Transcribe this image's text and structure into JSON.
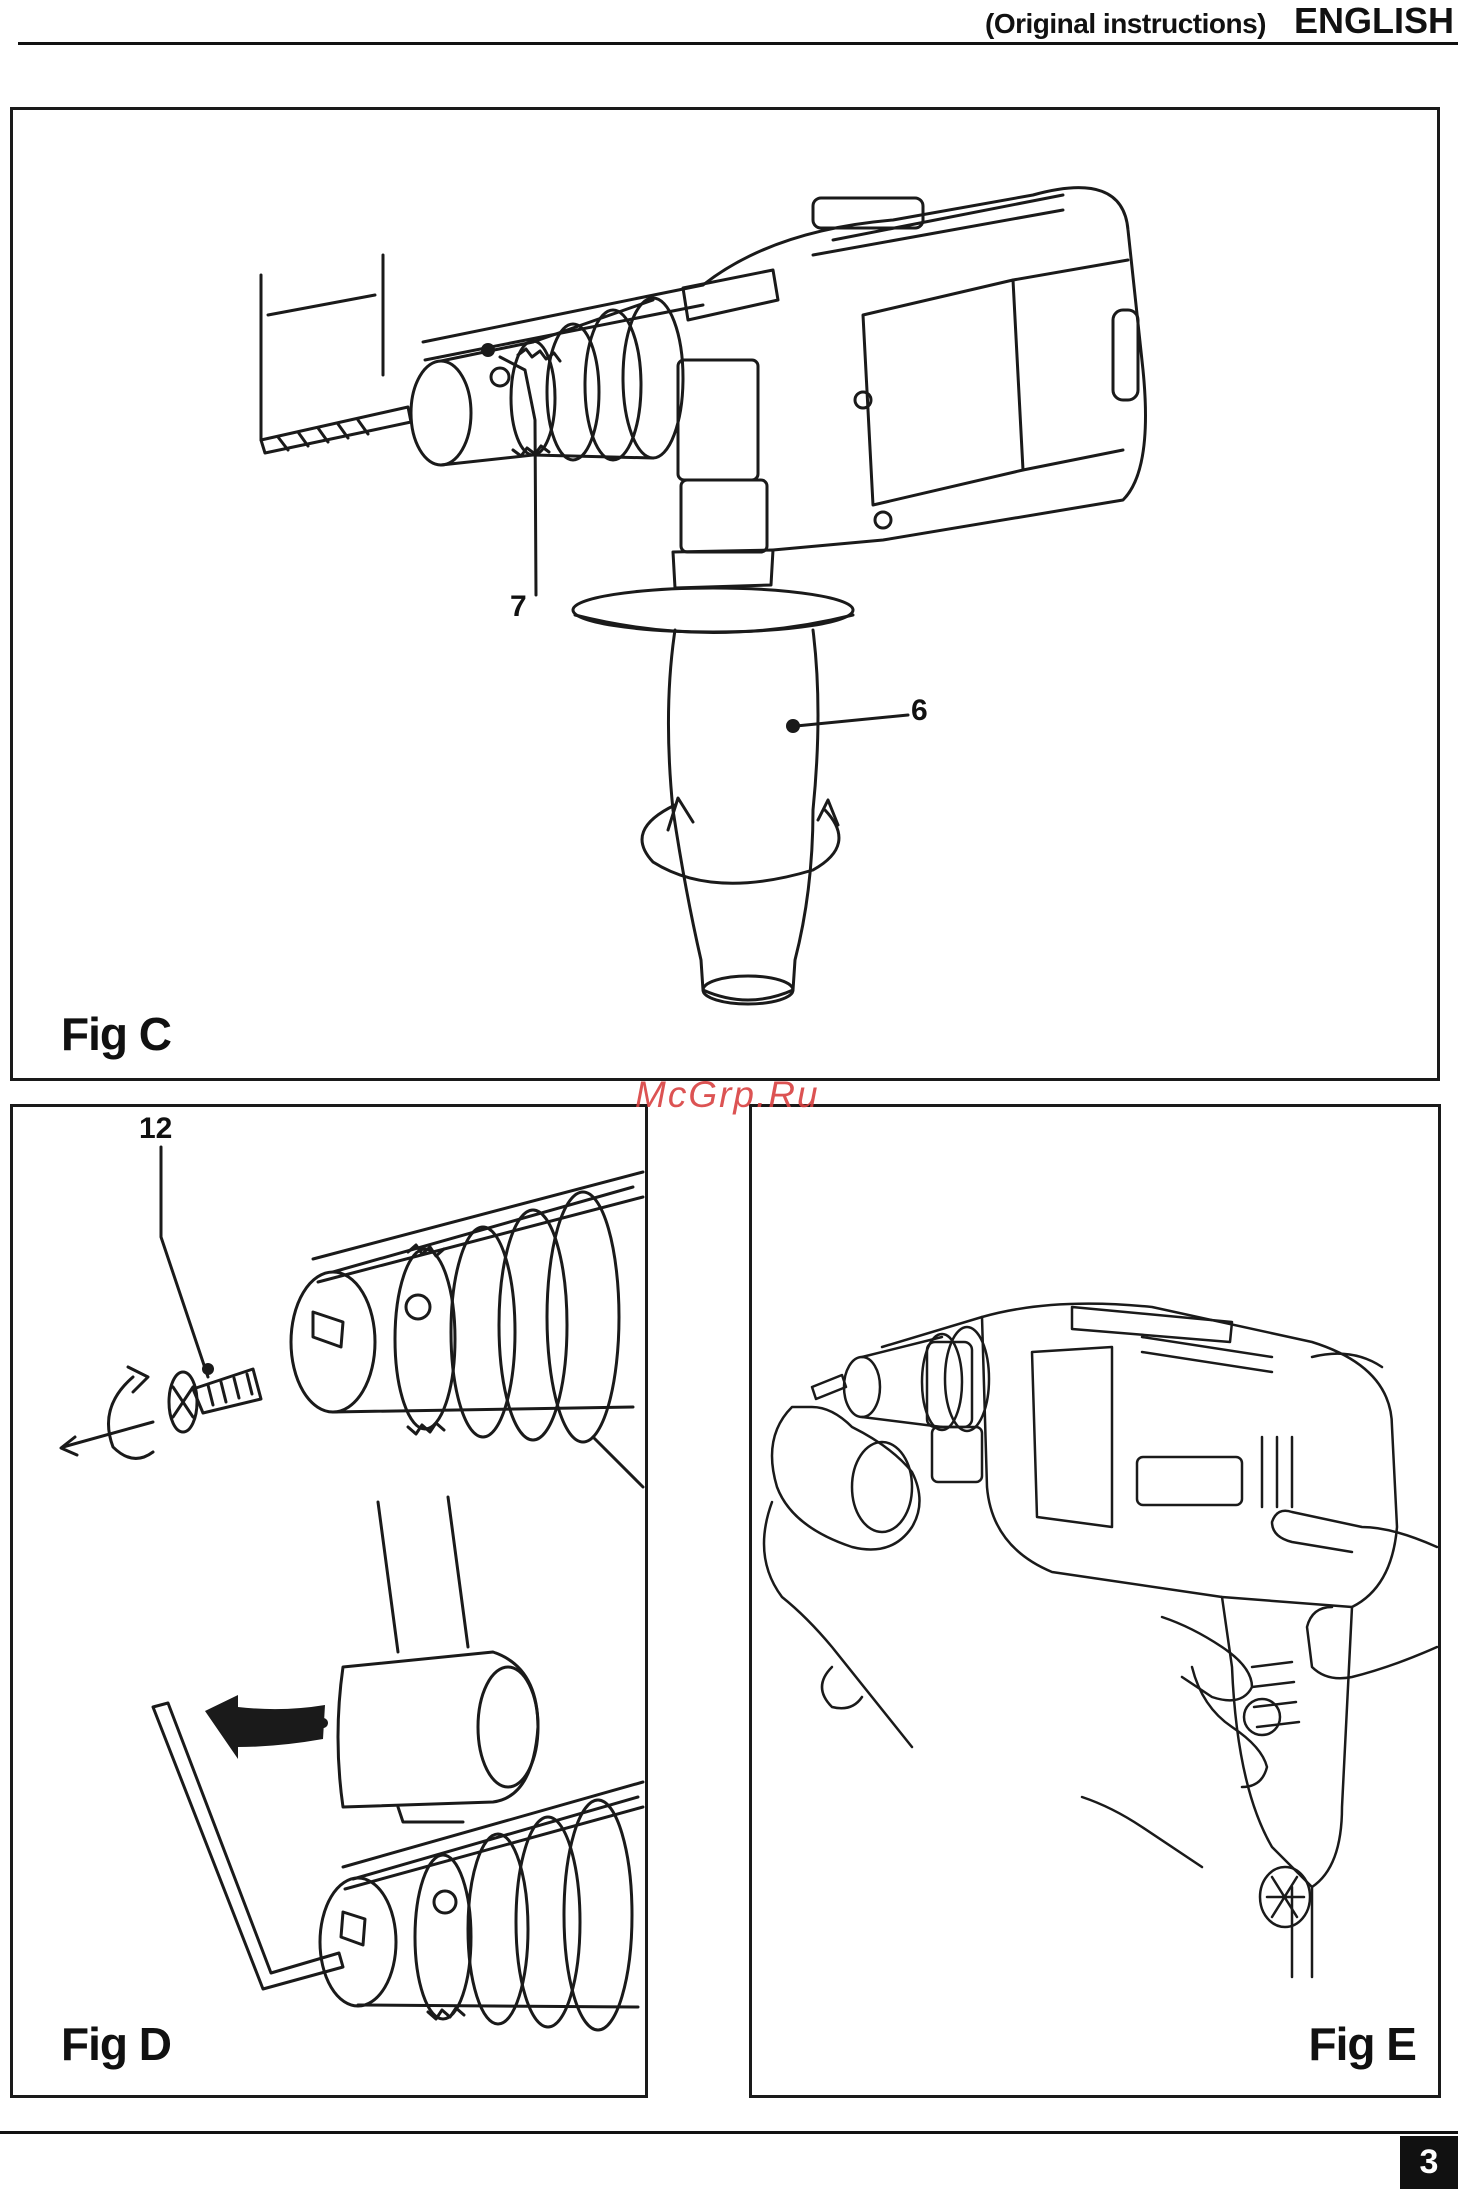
{
  "header": {
    "subtitle": "(Original instructions)",
    "language": "ENGLISH"
  },
  "figures": [
    {
      "label": "Fig C",
      "callouts": [
        "7",
        "6"
      ]
    },
    {
      "label": "Fig D",
      "callouts": [
        "12"
      ]
    },
    {
      "label": "Fig E",
      "callouts": []
    }
  ],
  "watermark": "McGrp.Ru",
  "footer": {
    "page_number": "3"
  }
}
